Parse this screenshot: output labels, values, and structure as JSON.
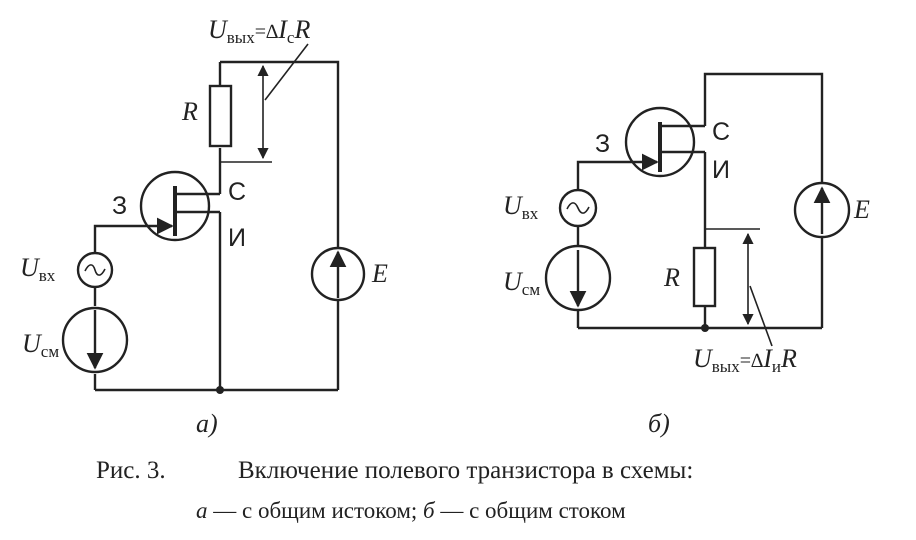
{
  "diagram_a": {
    "label": "а)",
    "resistor": "R",
    "gate": "З",
    "drain": "С",
    "source": "И",
    "supply": "E",
    "u_in": {
      "main": "U",
      "sub": "вх"
    },
    "u_bias": {
      "main": "U",
      "sub": "см"
    },
    "u_out": {
      "main": "U",
      "sub": "вых",
      "eq": "=∆",
      "i": "I",
      "isub": "c",
      "r": "R"
    }
  },
  "diagram_b": {
    "label": "б)",
    "resistor": "R",
    "gate": "З",
    "drain": "С",
    "source": "И",
    "supply": "E",
    "u_in": {
      "main": "U",
      "sub": "вх"
    },
    "u_bias": {
      "main": "U",
      "sub": "см"
    },
    "u_out": {
      "main": "U",
      "sub": "вых",
      "eq": "=∆",
      "i": "I",
      "isub": "и",
      "r": "R"
    }
  },
  "caption": {
    "fig": "Рис. 3.",
    "title": "Включение полевого транзистора в схемы:",
    "line2_a": "а",
    "line2_a_text": " — с общим истоком; ",
    "line2_b": "б",
    "line2_b_text": " — с общим стоком"
  },
  "colors": {
    "ink": "#222222",
    "background": "#ffffff"
  }
}
